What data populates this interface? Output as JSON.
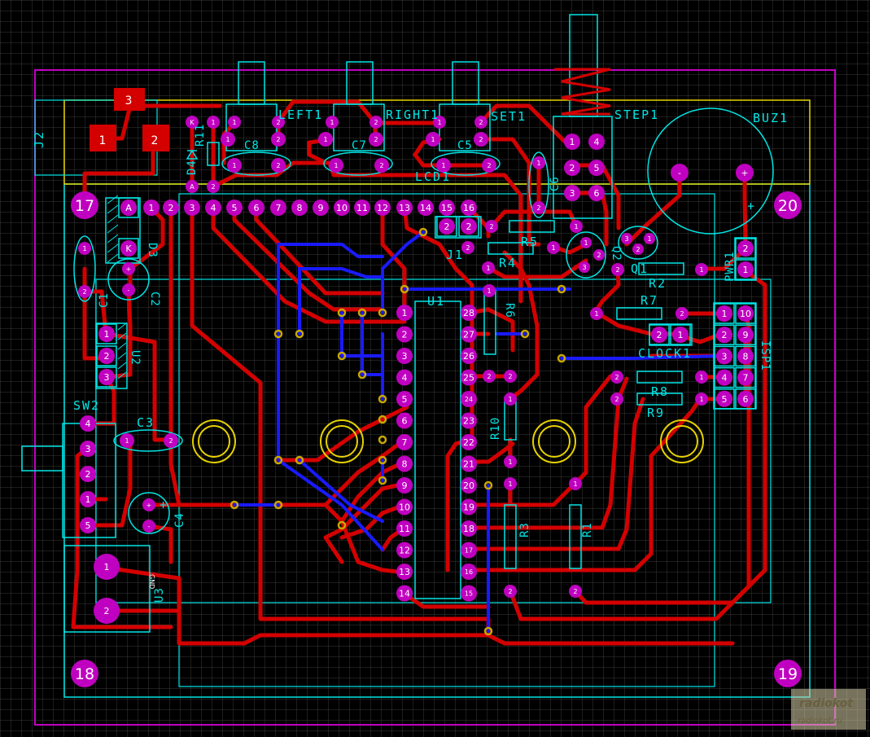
{
  "board": {
    "colors": {
      "background": "#000000",
      "grid": "#3a3a3a",
      "trace_top": "#d40000",
      "trace_bottom": "#1a1aff",
      "pad": "#c000c0",
      "silk": "#00e5e5",
      "outline": "#c000c0",
      "keepout": "#e6d200",
      "via": "#c8a800"
    }
  },
  "mount_holes": [
    "17",
    "20",
    "18",
    "19"
  ],
  "components": {
    "j2": "J2",
    "d4": "D4",
    "r11": "R11",
    "c8": "C8",
    "left1": "LEFT1",
    "c7": "C7",
    "right1": "RIGHT1",
    "c5": "C5",
    "set1": "SET1",
    "step1": "STEP1",
    "buz1": "BUZ1",
    "lcd1": "LCD1",
    "c6": "C6",
    "d3": "D3",
    "c1": "C1",
    "c2": "C2",
    "u2": "U2",
    "j1": "J1",
    "r5": "R5",
    "r4": "R4",
    "q2": "Q2",
    "q1": "Q1",
    "r2": "R2",
    "pwr1": "PWR1",
    "u1": "U1",
    "r6": "R6",
    "r7": "R7",
    "clock1": "CLOCK1",
    "isp1": "ISP1",
    "r8": "R8",
    "r9": "R9",
    "sw2": "SW2",
    "c3": "C3",
    "r10": "R10",
    "c4": "C4",
    "r3": "R3",
    "r1": "R1",
    "u3": "U3"
  },
  "pad_labels": {
    "j2": [
      "1",
      "2",
      "3"
    ],
    "lcd": [
      "A",
      "1",
      "2",
      "3",
      "4",
      "5",
      "6",
      "7",
      "8",
      "9",
      "10",
      "11",
      "12",
      "13",
      "14",
      "15",
      "16"
    ],
    "d3": [
      "A",
      "K"
    ],
    "d4": [
      "K",
      "A"
    ],
    "polarity": [
      "+",
      "-",
      "+",
      "-",
      "+"
    ],
    "u1_left": [
      "1",
      "2",
      "3",
      "4",
      "5",
      "6",
      "7",
      "8",
      "9",
      "10",
      "11",
      "12",
      "13",
      "14"
    ],
    "u1_right": [
      "28",
      "27",
      "26",
      "25",
      "24",
      "23",
      "22",
      "21",
      "20",
      "19",
      "18",
      "17",
      "16",
      "15"
    ],
    "isp_left": [
      "10",
      "9",
      "8",
      "7",
      "6"
    ],
    "isp_right": [
      "1",
      "2",
      "3",
      "4",
      "5"
    ],
    "u3": [
      "1",
      "2"
    ],
    "u3_gnd": "GND",
    "sw2": [
      "4",
      "3",
      "2",
      "1",
      "5"
    ],
    "step": [
      "1",
      "4",
      "2",
      "5",
      "3",
      "6"
    ],
    "u2": [
      "1",
      "2",
      "3"
    ],
    "generic": [
      "1",
      "2",
      "3"
    ]
  },
  "watermark": {
    "logo": "radiokot",
    "url": "radiokot.ru"
  }
}
